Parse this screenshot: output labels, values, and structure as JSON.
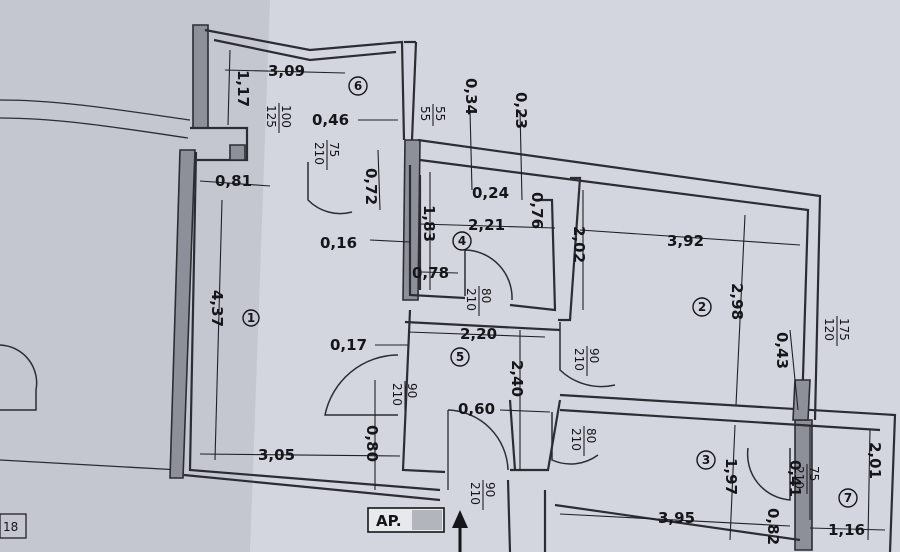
{
  "rooms": {
    "r1": "1",
    "r2": "2",
    "r3": "3",
    "r4": "4",
    "r5": "5",
    "r6": "6",
    "r7": "7"
  },
  "dims": {
    "d309": "3,09",
    "d117": "1,17",
    "d046": "0,46",
    "d034": "0,34",
    "d023": "0,23",
    "d081": "0,81",
    "d072": "0,72",
    "d024": "0,24",
    "d076": "0,76",
    "d016": "0,16",
    "d183": "1,83",
    "d221": "2,21",
    "d202": "2,02",
    "d392": "3,92",
    "d078": "0,78",
    "d437": "4,37",
    "d298": "2,98",
    "d043": "0,43",
    "d017": "0,17",
    "d220": "2,20",
    "d240": "2,40",
    "d060": "0,60",
    "d305": "3,05",
    "d080": "0,80",
    "d197": "1,97",
    "d041": "0,41",
    "d201": "2,01",
    "d395": "3,95",
    "d082": "0,82",
    "d116": "1,16"
  },
  "openings": {
    "o100_125": [
      "100",
      "125"
    ],
    "o75_210a": [
      "75",
      "210"
    ],
    "o55_55": [
      "55",
      "55"
    ],
    "o80_210a": [
      "80",
      "210"
    ],
    "o90_210a": [
      "90",
      "210"
    ],
    "o90_210b": [
      "90",
      "210"
    ],
    "o80_210b": [
      "80",
      "210"
    ],
    "o90_210c": [
      "90",
      "210"
    ],
    "o75_210b": [
      "75",
      "210"
    ],
    "o175_120": [
      "175",
      "120"
    ]
  },
  "apartment_tag": "AP.",
  "page_number": "18"
}
